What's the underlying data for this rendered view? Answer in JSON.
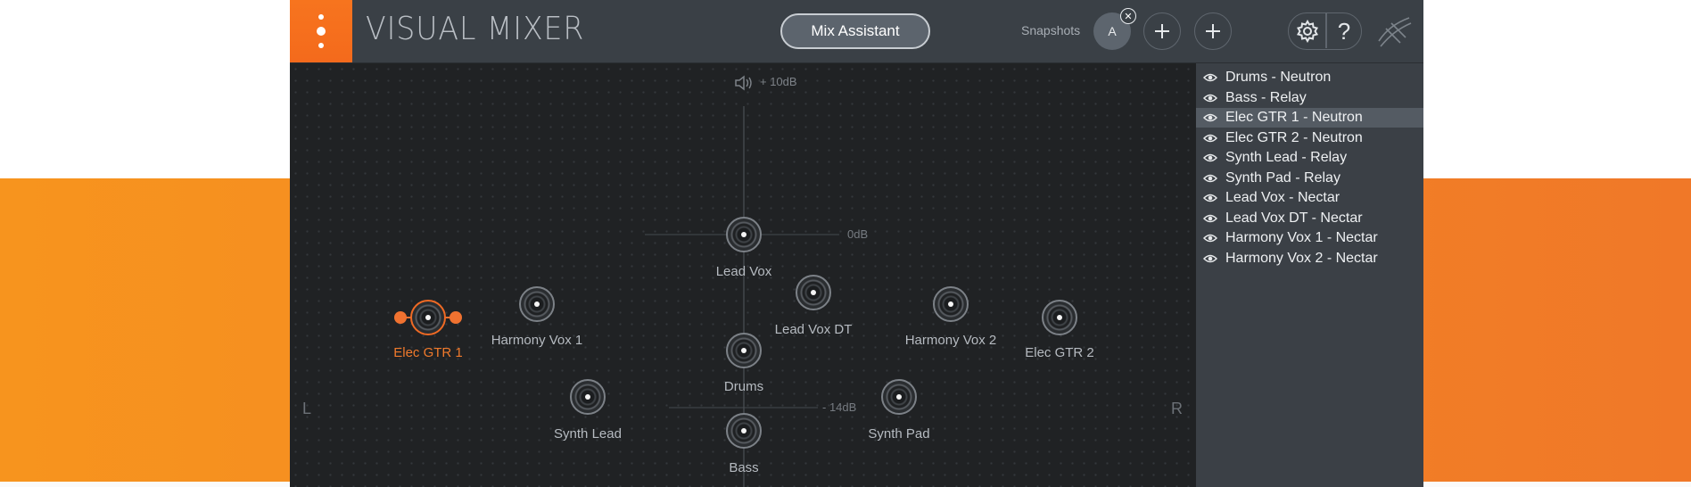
{
  "header": {
    "title": "VISUAL MIXER",
    "mix_assistant_label": "Mix Assistant",
    "snapshots_label": "Snapshots",
    "snapshot_a_label": "A",
    "snapshot_close_glyph": "✕",
    "add_glyph": "+",
    "help_glyph": "?"
  },
  "mixer": {
    "volume_label": "+ 10dB",
    "zero_db_label": "0dB",
    "low_db_label": "- 14dB",
    "left_label": "L",
    "right_label": "R",
    "accent_color": "#f07230"
  },
  "nodes": [
    {
      "label": "Lead Vox"
    },
    {
      "label": "Harmony Vox 1"
    },
    {
      "label": "Lead Vox DT"
    },
    {
      "label": "Harmony Vox 2"
    },
    {
      "label": "Elec GTR 1"
    },
    {
      "label": "Elec GTR 2"
    },
    {
      "label": "Drums"
    },
    {
      "label": "Synth Lead"
    },
    {
      "label": "Synth Pad"
    },
    {
      "label": "Bass"
    }
  ],
  "tracklist": {
    "items": [
      {
        "label": "Drums - Neutron"
      },
      {
        "label": "Bass - Relay"
      },
      {
        "label": "Elec GTR 1 - Neutron"
      },
      {
        "label": "Elec GTR 2 - Neutron"
      },
      {
        "label": "Synth Lead - Relay"
      },
      {
        "label": "Synth Pad - Relay"
      },
      {
        "label": "Lead Vox - Nectar"
      },
      {
        "label": "Lead Vox DT - Nectar"
      },
      {
        "label": "Harmony Vox 1 - Nectar"
      },
      {
        "label": "Harmony Vox 2 - Nectar"
      }
    ],
    "selected_index": 2
  }
}
